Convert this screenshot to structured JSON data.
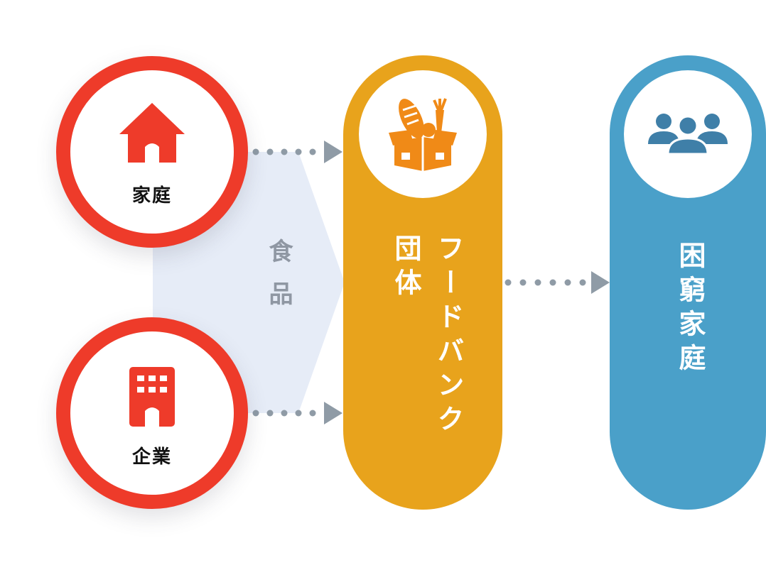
{
  "sources": [
    {
      "label": "家庭",
      "icon": "house-icon"
    },
    {
      "label": "企業",
      "icon": "building-icon"
    }
  ],
  "flow_label": "食品",
  "foodbank": {
    "label_line1": "フードバンク",
    "label_line2": "団体",
    "icon": "food-box-icon"
  },
  "recipient": {
    "label": "困窮家庭",
    "icon": "people-icon"
  },
  "colors": {
    "red": "#ee3b2a",
    "orange_gold": "#e8a31c",
    "icon_orange": "#f08a17",
    "blue": "#4aa0c9",
    "icon_blue": "#3f7fa8",
    "arrow_gray": "#8f9ba6",
    "band": "#e6ecf7"
  }
}
